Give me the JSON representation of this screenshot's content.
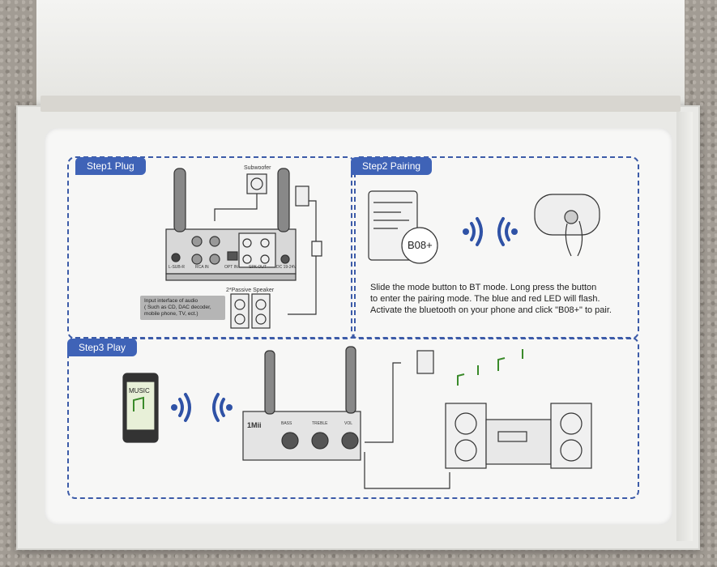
{
  "step1": {
    "tab": "Step1 Plug",
    "subwoofer": "Subwoofer",
    "passive_speaker": "2*Passive Speaker",
    "input_label": "Input interface of audio",
    "input_detail": "( Such as CD, DAC decoder, mobile phone, TV, ect.)",
    "ports": [
      "L-SUB-R",
      "RCA IN",
      "OPT IN",
      "SPK OUT",
      "DC 19-24V"
    ]
  },
  "step2": {
    "tab": "Step2 Pairing",
    "device_name": "B08+",
    "instructions": [
      "Slide the mode button to BT mode. Long press the  button",
      "to enter the pairing mode. The blue and red LED will flash.",
      "Activate the bluetooth on your phone and click \"B08+\" to pair."
    ]
  },
  "step3": {
    "tab": "Step3 Play",
    "phone_label": "MUSIC",
    "brand": "1Mii",
    "knob_labels": [
      "BASS",
      "TREBLE",
      "VOL"
    ]
  },
  "colors": {
    "accent": "#3f63b7",
    "dash": "#3c5ba8",
    "tab_text": "#ffffff"
  }
}
